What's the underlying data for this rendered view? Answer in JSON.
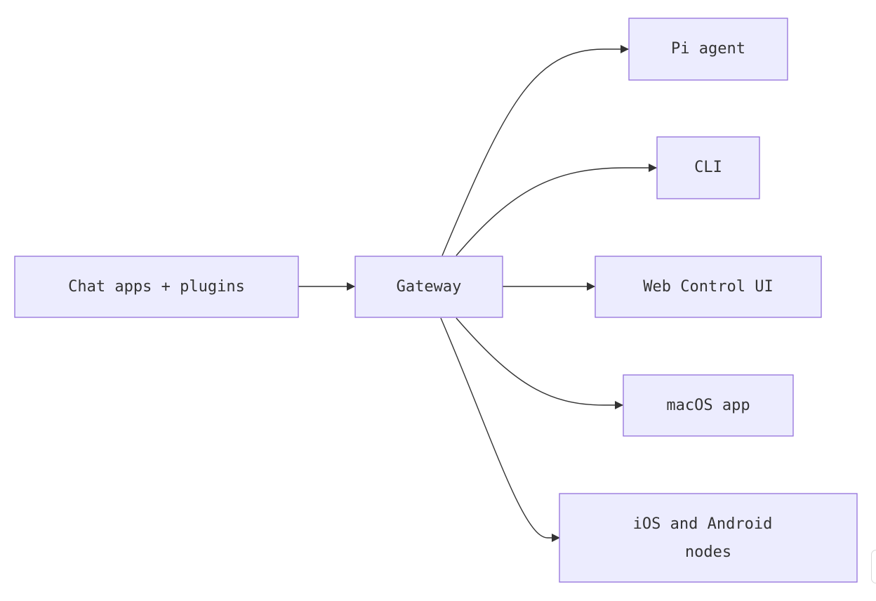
{
  "diagram": {
    "nodes": {
      "chat_apps": {
        "label": "Chat apps + plugins"
      },
      "gateway": {
        "label": "Gateway"
      },
      "pi_agent": {
        "label": "Pi agent"
      },
      "cli": {
        "label": "CLI"
      },
      "web_control": {
        "label": "Web Control UI"
      },
      "macos_app": {
        "label": "macOS app"
      },
      "mobile_nodes": {
        "label_line1": "iOS and Android",
        "label_line2": "nodes"
      }
    },
    "edges": [
      {
        "from": "chat_apps",
        "to": "gateway"
      },
      {
        "from": "gateway",
        "to": "pi_agent"
      },
      {
        "from": "gateway",
        "to": "cli"
      },
      {
        "from": "gateway",
        "to": "web_control"
      },
      {
        "from": "gateway",
        "to": "macos_app"
      },
      {
        "from": "gateway",
        "to": "mobile_nodes"
      }
    ],
    "colors": {
      "node_fill": "#ececfe",
      "node_stroke": "#9370db",
      "edge": "#333333",
      "text": "#333333"
    }
  }
}
